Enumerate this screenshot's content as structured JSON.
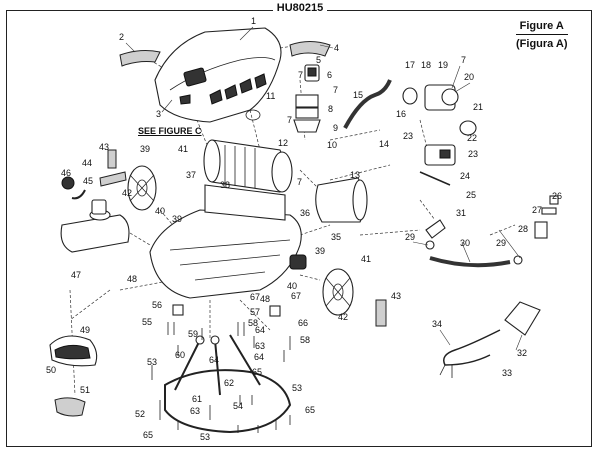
{
  "model_number": "HU80215",
  "figure": {
    "title": "Figure A",
    "subtitle": "(Figura A)"
  },
  "reference_note": "SEE FIGURE C",
  "part_labels": [
    "1",
    "2",
    "3",
    "4",
    "5",
    "6",
    "7",
    "7",
    "7",
    "7",
    "7",
    "8",
    "9",
    "10",
    "11",
    "12",
    "13",
    "14",
    "15",
    "16",
    "17",
    "18",
    "19",
    "20",
    "21",
    "22",
    "23",
    "23",
    "24",
    "25",
    "26",
    "27",
    "28",
    "29",
    "29",
    "30",
    "31",
    "32",
    "33",
    "34",
    "35",
    "36",
    "37",
    "38",
    "39",
    "39",
    "39",
    "40",
    "40",
    "41",
    "41",
    "42",
    "42",
    "43",
    "43",
    "44",
    "45",
    "46",
    "47",
    "48",
    "48",
    "49",
    "50",
    "51",
    "52",
    "53",
    "53",
    "53",
    "54",
    "55",
    "56",
    "57",
    "58",
    "58",
    "59",
    "60",
    "61",
    "62",
    "63",
    "63",
    "64",
    "64",
    "64",
    "65",
    "65",
    "65",
    "66",
    "67",
    "67"
  ]
}
